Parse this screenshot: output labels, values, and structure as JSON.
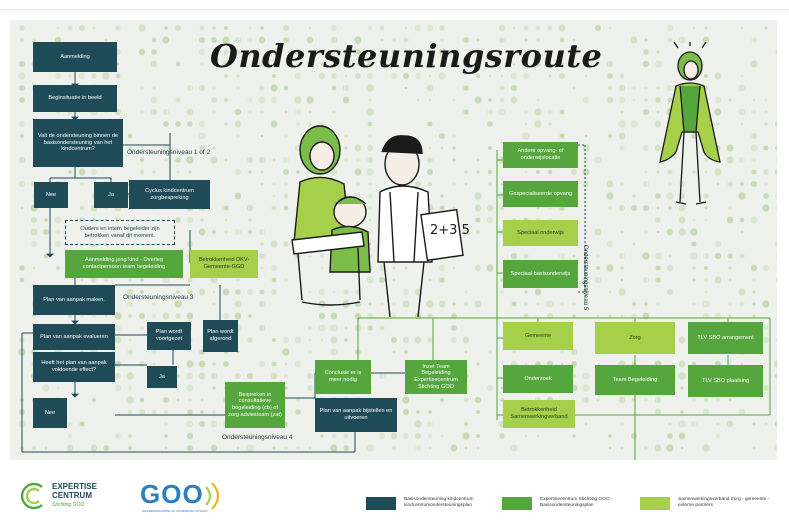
{
  "title": "Ondersteuningsroute",
  "colors": {
    "dark": "#1f4a57",
    "mid": "#55a63c",
    "light": "#a6d049",
    "bg": "#eef1ec"
  },
  "boxes": {
    "aanmelding": "Aanmelding",
    "beginsituatie": "Beginsituatie in beeld",
    "vraag_ondersteuning": "Valt de ondersteuning binnen de basisondersteuning van het kindcentrum?",
    "nee1": "Nee",
    "ja1": "Ja",
    "cyclus": "Cyclus kindcentrum zorgbespreking",
    "ouders_begeleider": "Ouders en intern begeleider zijn betrokken vanaf dit moment.",
    "aanmelding_jong_kind": "Aanmelding jong kind - Overleg contactpersoon team begeleiding",
    "betrokkenheid_dkv": "Betrokkenheid DKV-Gemeente-GGD",
    "plan_maken": "Plan van aanpak maken.",
    "plan_evalueren": "Plan van aanpak evalueren",
    "plan_voortgezet": "Plan wordt voortgezet",
    "plan_afgerond": "Plan wordt afgerond",
    "heeft_plan": "Heeft het plan van aanpak voldoende effect?",
    "ja2": "Ja",
    "nee2": "Nee",
    "bespreken": "Bespreken in consultatieve begeleiding (cb) of zorg adviesteam (zat)",
    "conclusie": "Conclusie er is meer nodig",
    "inzet_team": "Inzet Team Begeleiding Expertisecentrum Stichting GOO",
    "plan_bijstellen": "Plan van aanpak bijstellen en uitvoeren",
    "andere_opvang": "Andere opvang- of onderwijslocatie",
    "gespecialiseerde_opvang": "Gespecialiseerde opvang",
    "speciaal_onderwijs": "Speciaal onderwijs",
    "speciaal_basisonderwijs": "Speciaal basisonderwijs",
    "gemeente": "Gemeente",
    "zorg": "Zorg",
    "tlv_arrangement": "TLV SBO arrangement",
    "onderzoek": "Onderzoek",
    "team_begeleiding": "Team Begeleiding",
    "tlv_plaatsing": "TLV SBO plaatsing",
    "betrokkenheid_swv": "Betrokkenheid Samenwerkingverband"
  },
  "levels": {
    "niveau12": "Ondersteuningsniveau 1 of 2",
    "niveau3": "Ondersteuningsniveau 3",
    "niveau4": "Ondersteuningsniveau 4",
    "niveau5": "Ondersteuningsniveau 5"
  },
  "sheet_text": "2+3 5",
  "footer": {
    "logo1_name": "EXPERTISE CENTRUM",
    "logo1_sub": "Stichting GOO",
    "logo2_name": "GOO",
    "logo2_sub": "GEMEENSCHAPPELIJK ONDERWIJS OPVANG",
    "legend": [
      {
        "color": "#1f4a57",
        "text": "Basisondersteuning kindcentrum kindcentrumondersteuningsplan"
      },
      {
        "color": "#55a63c",
        "text": "Expertisecentrum Stichting GOO Basisondersteuningsplan"
      },
      {
        "color": "#a6d049",
        "text": "Samenwerkingsverband Zorg - gemeente - externe partners"
      }
    ]
  }
}
